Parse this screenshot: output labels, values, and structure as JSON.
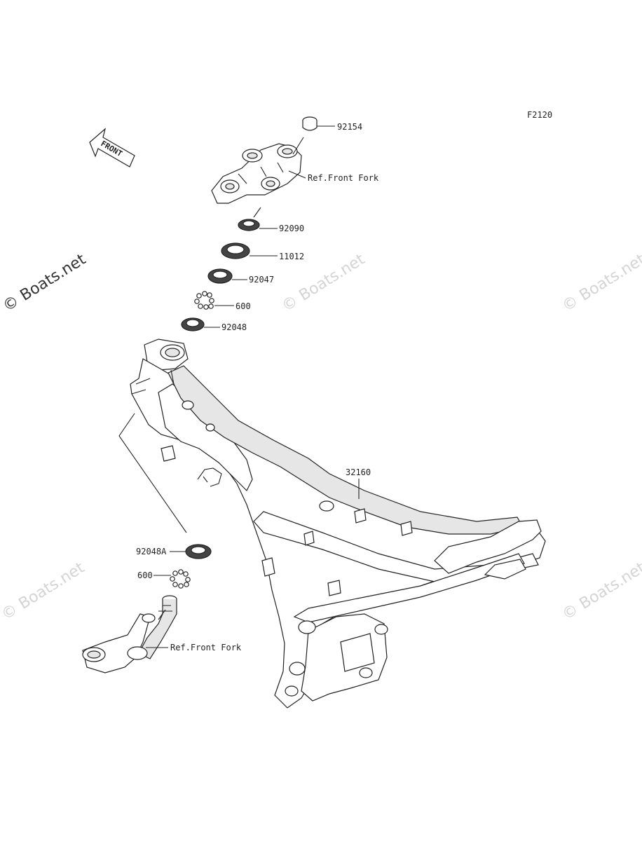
{
  "figure_code": "F2120",
  "front_marker": "FRONT",
  "watermark_text": "© Boats.net",
  "callouts": [
    {
      "id": "c1",
      "text": "92154"
    },
    {
      "id": "c2",
      "text": "Ref.Front Fork"
    },
    {
      "id": "c3",
      "text": "92090"
    },
    {
      "id": "c4",
      "text": "11012"
    },
    {
      "id": "c5",
      "text": "92047"
    },
    {
      "id": "c6",
      "text": "600"
    },
    {
      "id": "c7",
      "text": "92048"
    },
    {
      "id": "c8",
      "text": "32160"
    },
    {
      "id": "c9",
      "text": "92048A"
    },
    {
      "id": "c10",
      "text": "600"
    },
    {
      "id": "c11",
      "text": "Ref.Front Fork"
    }
  ]
}
